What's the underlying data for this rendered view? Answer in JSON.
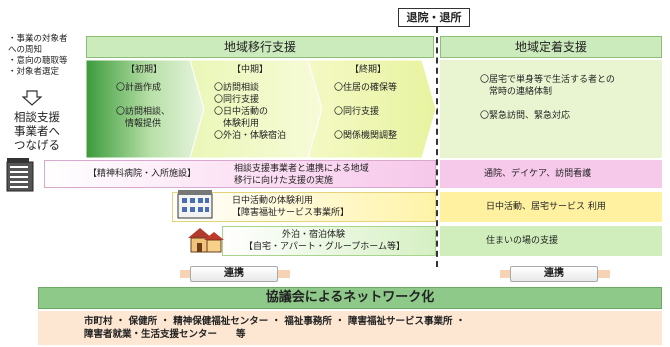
{
  "discharge_label": "退院・退所",
  "left": {
    "notes": [
      "・事業の対象者",
      "への周知",
      "・意向の聴取等",
      "・対象者選定"
    ],
    "big_text": [
      "相談支援",
      "事業者へ",
      "つなげる"
    ]
  },
  "headers": {
    "transition": "地域移行支援",
    "settlement": "地域定着支援"
  },
  "phases": [
    {
      "title": "【初期】",
      "items": [
        "〇計画作成",
        "",
        "〇訪問相談、",
        "　情報提供"
      ]
    },
    {
      "title": "【中期】",
      "items": [
        "〇訪問相談",
        "〇同行支援",
        "〇日中活動の",
        "　体験利用",
        "〇外泊・体験宿泊"
      ]
    },
    {
      "title": "【終期】",
      "items": [
        "〇住居の確保等",
        "",
        "〇同行支援",
        "",
        "〇関係機関調整"
      ]
    }
  ],
  "settlement_items": [
    "〇居宅で単身等で生活する者との",
    "　常時の連絡体制",
    "",
    "〇緊急訪問、緊急対応"
  ],
  "rows": [
    {
      "left": "【精神科病院・入所施設】",
      "mid": [
        "相談支援事業者と連携による地域",
        "移行に向けた支援の実施"
      ],
      "right": "通院、デイケア、訪問看護"
    },
    {
      "mid": [
        "日中活動の体験利用",
        "【障害福祉サービス事業所】"
      ],
      "right": "日中活動、居宅サービス 利用"
    },
    {
      "mid": [
        "外泊・宿泊体験",
        "【自宅・アパート・グループホーム等】"
      ],
      "right": "住まいの場の支援"
    }
  ],
  "renkei_label": "連携",
  "network_label": "協議会によるネットワーク化",
  "orgs": [
    "市町村 ・ 保健所 ・ 精神保健福祉センター ・ 福祉事務所 ・ 障害福祉サービス事業所 ・",
    "障害者就業・生活支援センター　　等"
  ]
}
